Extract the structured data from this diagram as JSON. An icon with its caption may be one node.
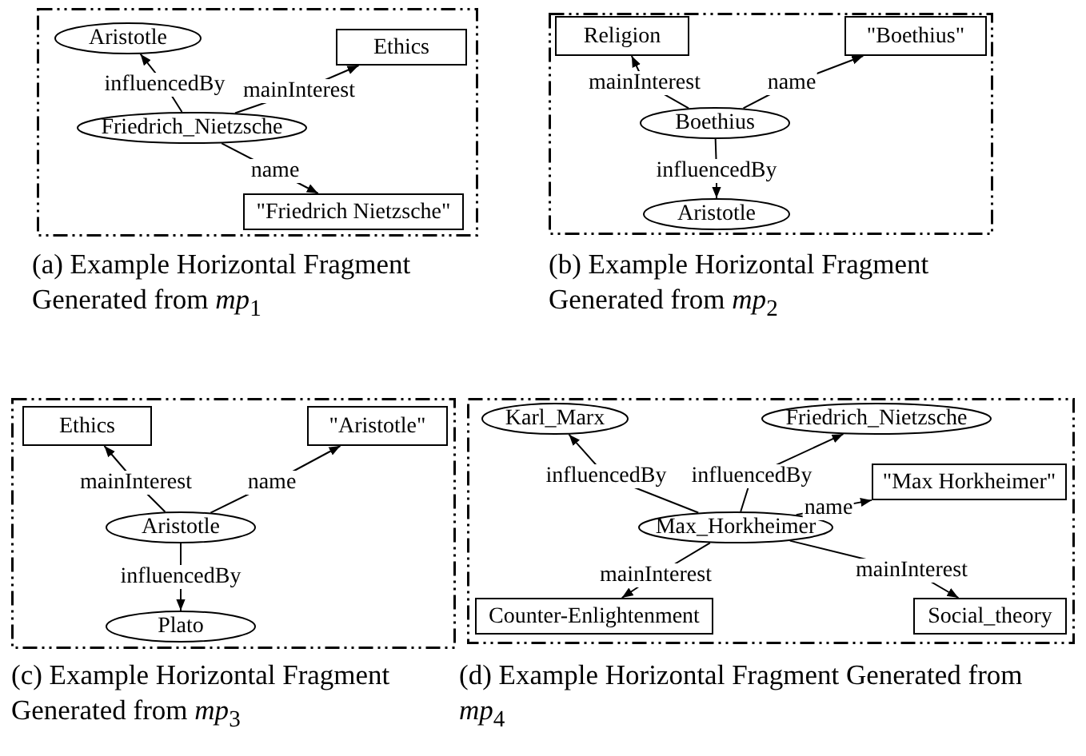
{
  "diagram": {
    "nodes": [
      {
        "text": [],
        "shape": "box",
        "beside": [
          "(a) Example Horizontal Fragment Generated from *mp*$_{1}$"
        ]
      },
      {
        "text": [
          "Aristotle"
        ],
        "in": 0
      },
      {
        "text": [
          "Ethics"
        ],
        "in": 0
      },
      {
        "text": [
          "Friedrich_Nietzsche"
        ],
        "in": 0
      },
      {
        "text": [
          "\"Friedrich Nietzsche\""
        ],
        "in": 0
      },
      {
        "text": [],
        "shape": "box",
        "beside": [
          "(b) Example Horizontal Fragment Generated from *mp*$_{2}$"
        ]
      },
      {
        "text": [
          "Religion"
        ],
        "in": 5
      },
      {
        "text": [
          "\"Boethius\""
        ],
        "in": 5
      },
      {
        "text": [
          "Boethius"
        ],
        "in": 5
      },
      {
        "text": [
          "Aristotle"
        ],
        "in": 5
      },
      {
        "text": [],
        "shape": "box",
        "beside": [
          "(c) Example Horizontal Fragment Generated from *mp*$_{3}$"
        ]
      },
      {
        "text": [
          "Ethics"
        ],
        "in": 10
      },
      {
        "text": [
          "\"Aristotle\""
        ],
        "in": 10
      },
      {
        "text": [
          "Aristotle"
        ],
        "in": 10
      },
      {
        "text": [
          "Plato"
        ],
        "in": 10
      },
      {
        "text": [],
        "shape": "box",
        "beside": [
          "(d) Example Horizontal Fragment Generated from *mp*$_{4}$"
        ]
      },
      {
        "text": [
          "Karl_Marx"
        ],
        "in": 15
      },
      {
        "text": [
          "Friedrich_Nietzsche"
        ],
        "in": 15
      },
      {
        "text": [
          "\"Max Horkheimer\""
        ],
        "in": 15
      },
      {
        "text": [
          "Max_Horkheimer"
        ],
        "in": 15
      },
      {
        "text": [
          "Counter-Enlightenment"
        ],
        "in": 15
      },
      {
        "text": [
          "Social_theory"
        ],
        "in": 15
      }
    ],
    "edges": [
      {
        "from": 3,
        "to": 1,
        "arrow": "to",
        "label": "influencedBy"
      },
      {
        "from": 3,
        "to": 2,
        "arrow": "to",
        "label": "mainInterest"
      },
      {
        "from": 3,
        "to": 4,
        "arrow": "to",
        "label": "name"
      },
      {
        "from": 8,
        "to": 6,
        "arrow": "to",
        "label": "mainInterest"
      },
      {
        "from": 8,
        "to": 7,
        "arrow": "to",
        "label": "name"
      },
      {
        "from": 8,
        "to": 9,
        "arrow": "to",
        "label": "influencedBy"
      },
      {
        "from": 13,
        "to": 11,
        "arrow": "to",
        "label": "mainInterest"
      },
      {
        "from": 13,
        "to": 12,
        "arrow": "to",
        "label": "name"
      },
      {
        "from": 13,
        "to": 14,
        "arrow": "to",
        "label": "influencedBy"
      },
      {
        "from": 19,
        "to": 16,
        "arrow": "to",
        "label": "influencedBy"
      },
      {
        "from": 19,
        "to": 17,
        "arrow": "to",
        "label": "influencedBy"
      },
      {
        "from": 19,
        "to": 18,
        "arrow": "to",
        "label": "name"
      },
      {
        "from": 19,
        "to": 20,
        "arrow": "to",
        "label": "mainInterest"
      },
      {
        "from": 19,
        "to": 21,
        "arrow": "to",
        "label": "mainInterest"
      }
    ]
  }
}
